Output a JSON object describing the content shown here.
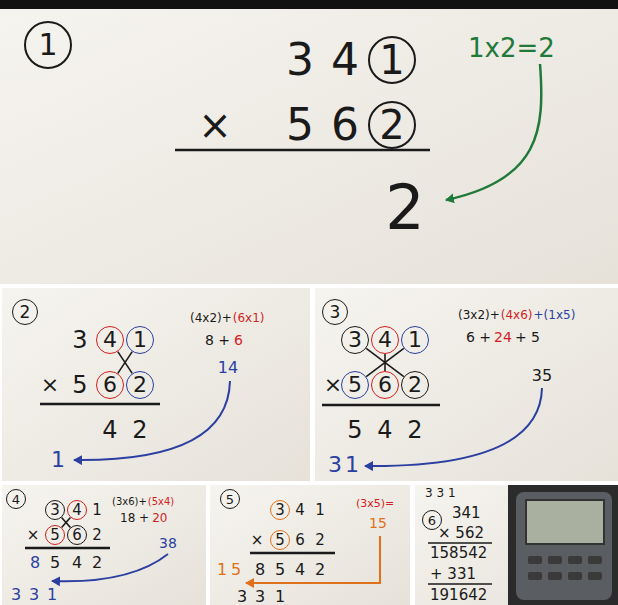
{
  "diagram": {
    "nodes": [
      {
        "text": [
          "1"
        ]
      },
      {
        "text": [
          "1"
        ]
      },
      {
        "text": [
          "2"
        ]
      },
      {
        "text": [
          "2"
        ]
      },
      {
        "text": [
          "4"
        ]
      },
      {
        "text": [
          "1"
        ]
      },
      {
        "text": [
          "6"
        ]
      },
      {
        "text": [
          "2"
        ]
      },
      {
        "text": [
          "3"
        ]
      },
      {
        "text": [
          "3"
        ]
      },
      {
        "text": [
          "4"
        ]
      },
      {
        "text": [
          "1"
        ]
      },
      {
        "text": [
          "5"
        ]
      },
      {
        "text": [
          "6"
        ]
      },
      {
        "text": [
          "2"
        ]
      },
      {
        "text": [
          "4"
        ]
      },
      {
        "text": [
          "3"
        ]
      },
      {
        "text": [
          "4"
        ]
      },
      {
        "text": [
          "5"
        ]
      },
      {
        "text": [
          "6"
        ]
      },
      {
        "text": [
          "5"
        ]
      },
      {
        "text": [
          "3"
        ]
      },
      {
        "text": [
          "5"
        ]
      },
      {
        "text": [
          "6"
        ]
      }
    ],
    "edges": [
      {
        "from": 4,
        "to": 7,
        "arrow": "none"
      },
      {
        "from": 5,
        "to": 6,
        "arrow": "none"
      },
      {
        "from": 9,
        "to": 14,
        "arrow": "none"
      },
      {
        "from": 11,
        "to": 12,
        "arrow": "none"
      },
      {
        "from": 10,
        "to": 13,
        "arrow": "none"
      },
      {
        "from": 16,
        "to": 19,
        "arrow": "none"
      },
      {
        "from": 17,
        "to": 18,
        "arrow": "none"
      }
    ],
    "labels": [
      "3",
      "4",
      "×",
      "5",
      "6",
      "2",
      "1x2=2",
      "3",
      "×",
      "5",
      "4",
      "2",
      "1",
      "(4x2)+",
      "(6x1)",
      "8 +",
      "6",
      "14",
      "×",
      "5",
      "4",
      "2",
      "3",
      "1",
      "(3x2)+",
      "(4x6)",
      "+(1x5)",
      "6 +",
      "24",
      "+ 5",
      "35",
      "1",
      "×",
      "2",
      "8",
      "5",
      "4",
      "2",
      "3",
      "3",
      "1",
      "(3x6)+",
      "(5x4)",
      "18 +",
      "20",
      "38",
      "4",
      "1",
      "×",
      "6",
      "2",
      "1",
      "5",
      "8",
      "5",
      "4",
      "2",
      "3",
      "3",
      "1",
      "(3x5)=",
      "15",
      "3 3 1",
      "341",
      "× 562",
      "158542",
      "+ 331",
      "191642"
    ]
  }
}
